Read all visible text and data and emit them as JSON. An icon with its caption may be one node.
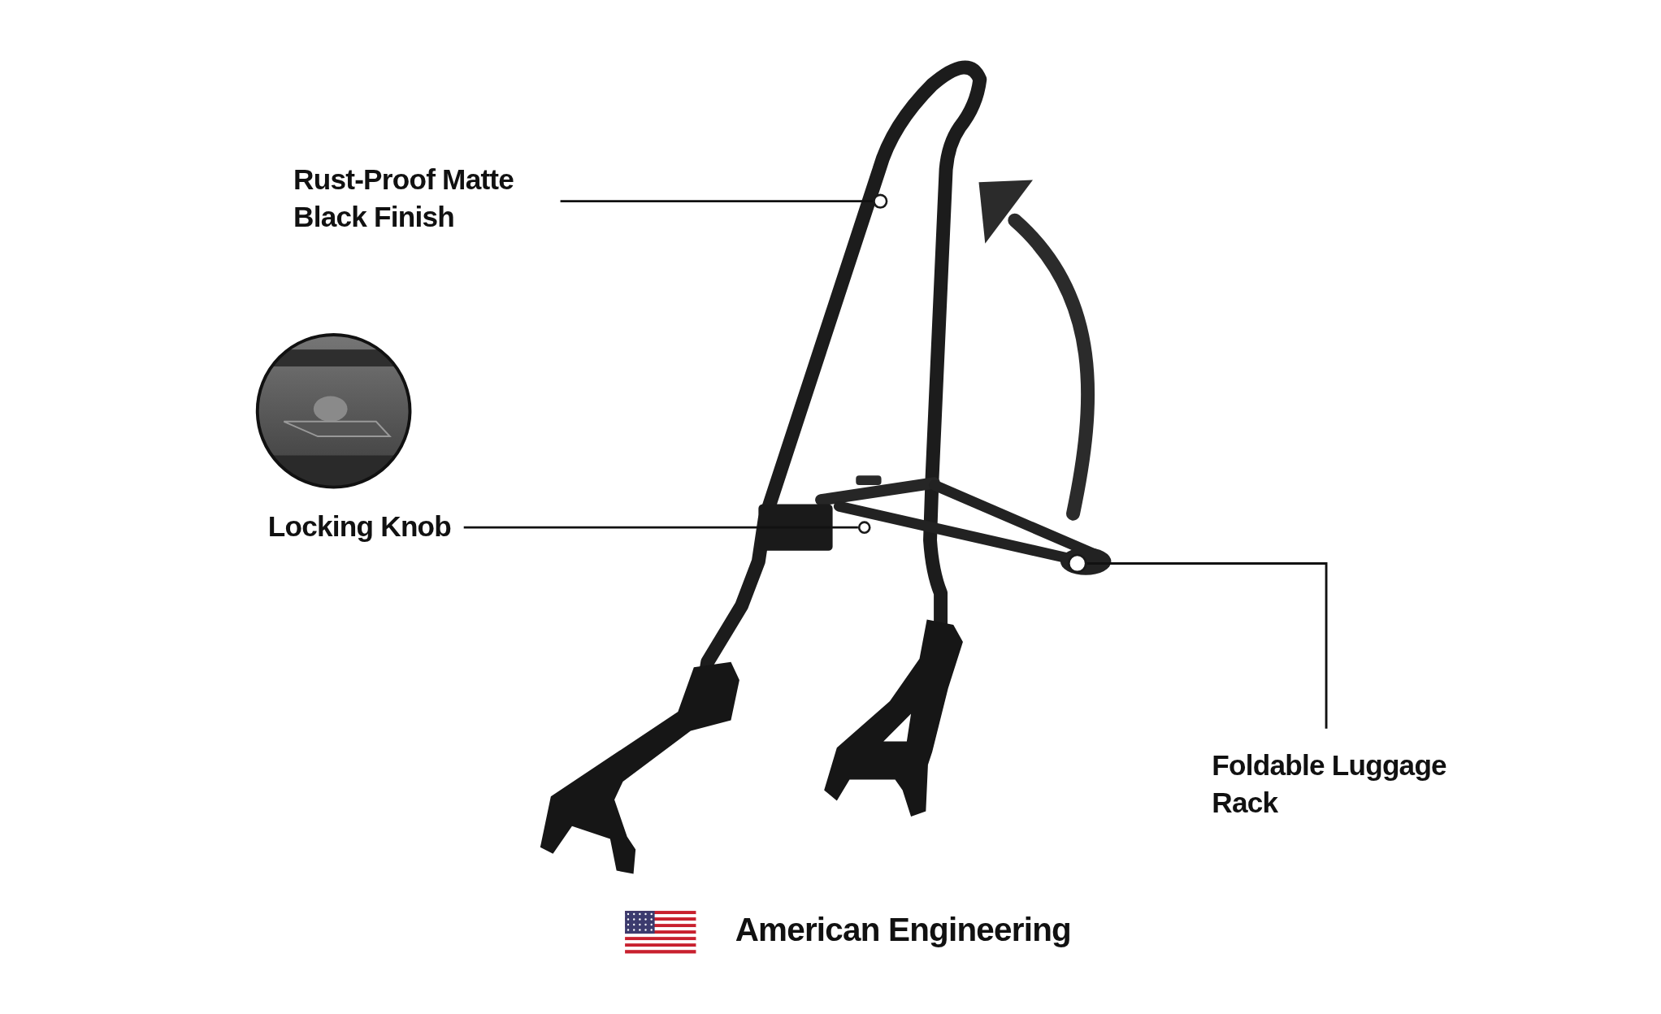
{
  "diagram": {
    "nodes": [
      {
        "text": [
          "Rust-Proof Matte Black Finish"
        ]
      },
      {
        "text": [],
        "shape": "circle"
      },
      {
        "text": [
          "Locking Knob"
        ]
      },
      {
        "text": [],
        "shape": "circle"
      },
      {
        "text": [
          "Foldable Luggage Rack"
        ]
      },
      {
        "text": [],
        "shape": "circle"
      }
    ],
    "edges": [
      {
        "from": 0,
        "to": 1,
        "arrow": "none"
      },
      {
        "from": 2,
        "to": 3,
        "arrow": "none"
      },
      {
        "from": 4,
        "to": 5,
        "arrow": "none"
      }
    ],
    "labels": [
      "American Engineering"
    ]
  }
}
